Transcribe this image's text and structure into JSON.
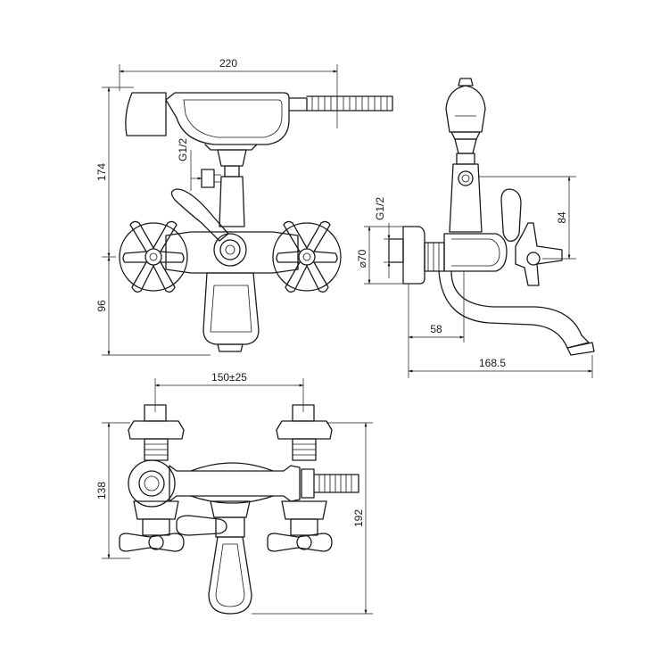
{
  "dimensions": {
    "front_width": "220",
    "front_upper_height": "174",
    "front_lower_height": "96",
    "front_thread": "G1/2",
    "side_thread": "G1/2",
    "side_diameter": "70",
    "side_handle_height": "84",
    "side_depth_inner": "58",
    "side_depth_total": "168.5",
    "top_center_distance": "150±25",
    "top_depth": "138",
    "top_total_depth": "192"
  },
  "symbols": {
    "diameter_symbol": "⌀"
  }
}
